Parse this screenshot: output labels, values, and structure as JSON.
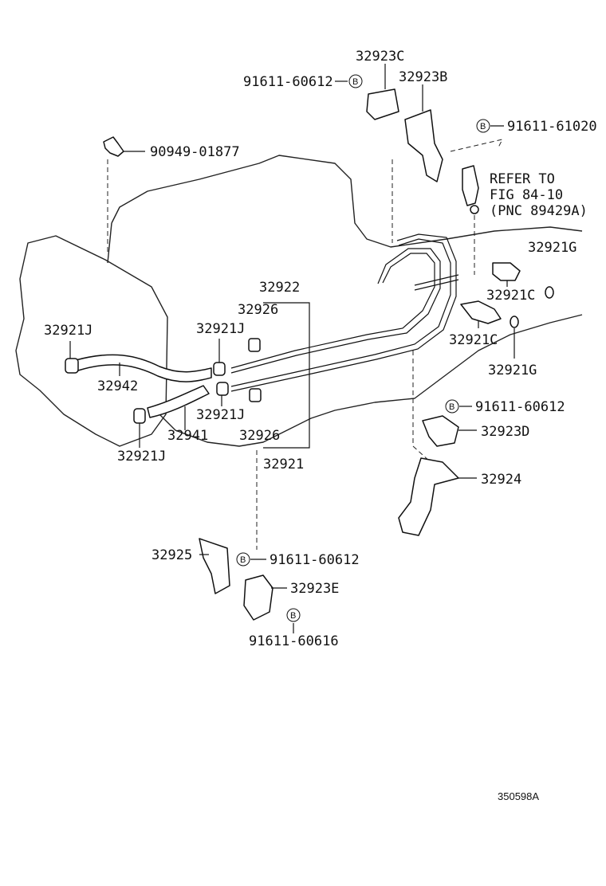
{
  "labels": {
    "p32923C": "32923C",
    "p32923B": "32923B",
    "b_top_left": "91611-60612",
    "b_top_right": "91611-61020",
    "p90949": "90949-01877",
    "refer1": "REFER TO",
    "refer2": "FIG 84-10",
    "refer3": "(PNC 89429A)",
    "p32921G_top": "32921G",
    "p32922": "32922",
    "p32926_top": "32926",
    "p32921C_top": "32921C",
    "p32921J_left": "32921J",
    "p32921J_mid": "32921J",
    "p32921C_bot": "32921C",
    "p32942": "32942",
    "p32921G_bot": "32921G",
    "b_mid_right": "91611-60612",
    "p32921J_mid2": "32921J",
    "p32923D": "32923D",
    "p32941": "32941",
    "p32926_bot": "32926",
    "p32921J_bot": "32921J",
    "p32921": "32921",
    "p32924": "32924",
    "p32925": "32925",
    "b_bottom": "91611-60612",
    "p32923E": "32923E",
    "b_bottom2": "91611-60616",
    "bolt_symbol": "B",
    "figure_id": "350598A"
  }
}
